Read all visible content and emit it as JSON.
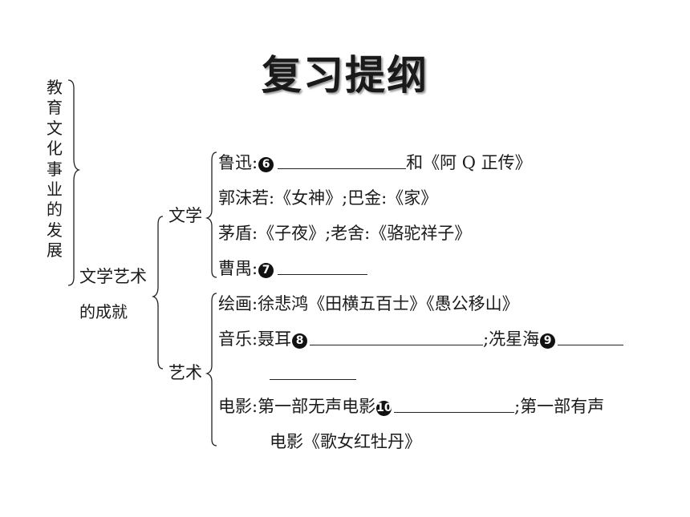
{
  "title": "复习提纲",
  "root": [
    "教",
    "育",
    "文",
    "化",
    "事",
    "业",
    "的",
    "发",
    "展"
  ],
  "section": {
    "line1": "文学艺术",
    "line2": "的成就"
  },
  "branches": {
    "literature": "文学",
    "art": "艺术"
  },
  "literature": [
    {
      "author": "鲁迅",
      "sep": ":",
      "num": "6",
      "after": "和《阿 Q 正传》"
    },
    {
      "author": "郭沫若",
      "sep": ":",
      "text": "《女神》;巴金:《家》"
    },
    {
      "author": "茅盾",
      "sep": ":",
      "text": "《子夜》;老舍:《骆驼祥子》"
    },
    {
      "author": "曹禺",
      "sep": ":",
      "num": "7"
    }
  ],
  "art": {
    "painting": {
      "label": "绘画",
      "sep": ":",
      "text": "徐悲鸿《田横五百士》《愚公移山》"
    },
    "music": {
      "label": "音乐",
      "sep": ":",
      "part1": "聂耳",
      "num1": "8",
      "part2": ";冼星海",
      "num2": "9"
    },
    "film": {
      "label": "电影",
      "sep": ":",
      "part1": "第一部无声电影",
      "num": "10",
      "part2": ";第一部有声",
      "line2": "电影《歌女红牡丹》"
    }
  }
}
